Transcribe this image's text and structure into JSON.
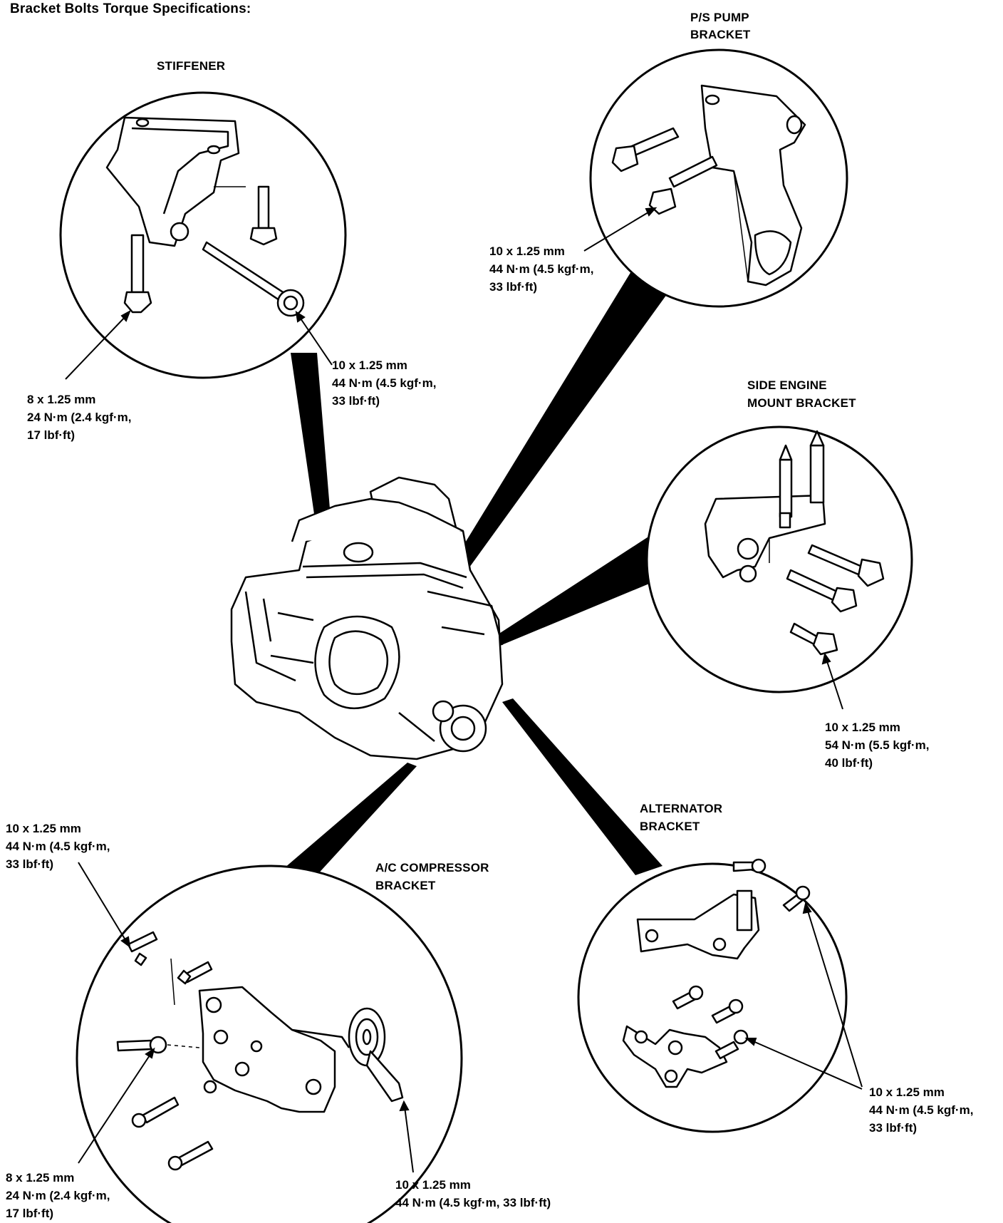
{
  "title": "Bracket Bolts Torque Specifications:",
  "components": {
    "stiffener": "STIFFENER",
    "ps_pump_l1": "P/S PUMP",
    "ps_pump_l2": "BRACKET",
    "side_mount_l1": "SIDE ENGINE",
    "side_mount_l2": "MOUNT BRACKET",
    "alternator_l1": "ALTERNATOR",
    "alternator_l2": "BRACKET",
    "ac_comp_l1": "A/C COMPRESSOR",
    "ac_comp_l2": "BRACKET"
  },
  "specs": {
    "stiffener_small": [
      "8 x 1.25 mm",
      "24 N·m (2.4 kgf·m,",
      "17 lbf·ft)"
    ],
    "stiffener_large": [
      "10 x 1.25 mm",
      "44 N·m (4.5 kgf·m,",
      "33 lbf·ft)"
    ],
    "ps_pump": [
      "10 x 1.25 mm",
      "44 N·m (4.5 kgf·m,",
      "33 lbf·ft)"
    ],
    "side_mount": [
      "10 x 1.25 mm",
      "54 N·m (5.5 kgf·m,",
      "40 lbf·ft)"
    ],
    "ac_top": [
      "10 x 1.25 mm",
      "44 N·m (4.5 kgf·m,",
      "33 lbf·ft)"
    ],
    "ac_bottom_left": [
      "8 x 1.25 mm",
      "24 N·m (2.4 kgf·m,",
      "17 lbf·ft)"
    ],
    "ac_bottom_right": [
      "10 x 1.25 mm",
      "44 N·m (4.5 kgf·m, 33 lbf·ft)"
    ],
    "alternator": [
      "10 x 1.25 mm",
      "44 N·m (4.5 kgf·m,",
      "33 lbf·ft)"
    ]
  }
}
